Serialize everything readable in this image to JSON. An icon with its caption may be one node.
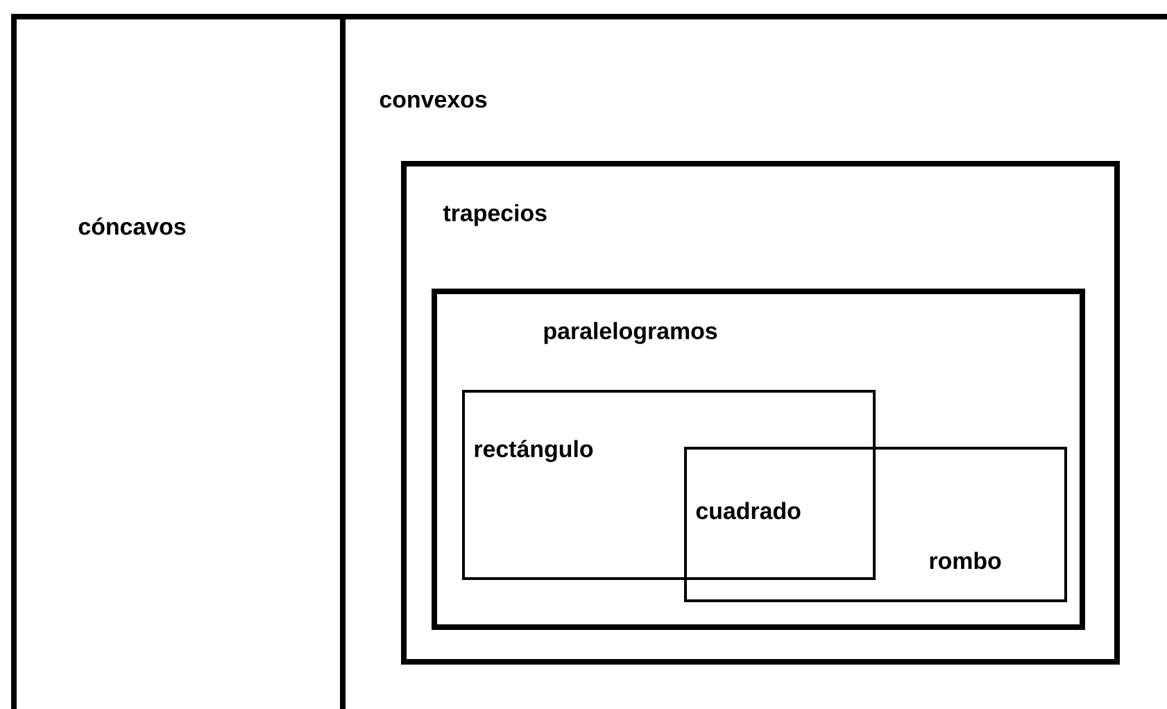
{
  "diagram": {
    "nodes": [
      {
        "text": [
          "cóncavos"
        ]
      },
      {
        "text": [
          "convexos"
        ]
      },
      {
        "text": [
          "trapecios"
        ],
        "in": 1
      },
      {
        "text": [
          "paralelogramos"
        ],
        "in": 2
      },
      {
        "text": [
          "rectángulo"
        ],
        "in": 3
      },
      {
        "text": [
          "rombo"
        ],
        "in": 3
      }
    ],
    "labels": [
      "cuadrado"
    ]
  }
}
